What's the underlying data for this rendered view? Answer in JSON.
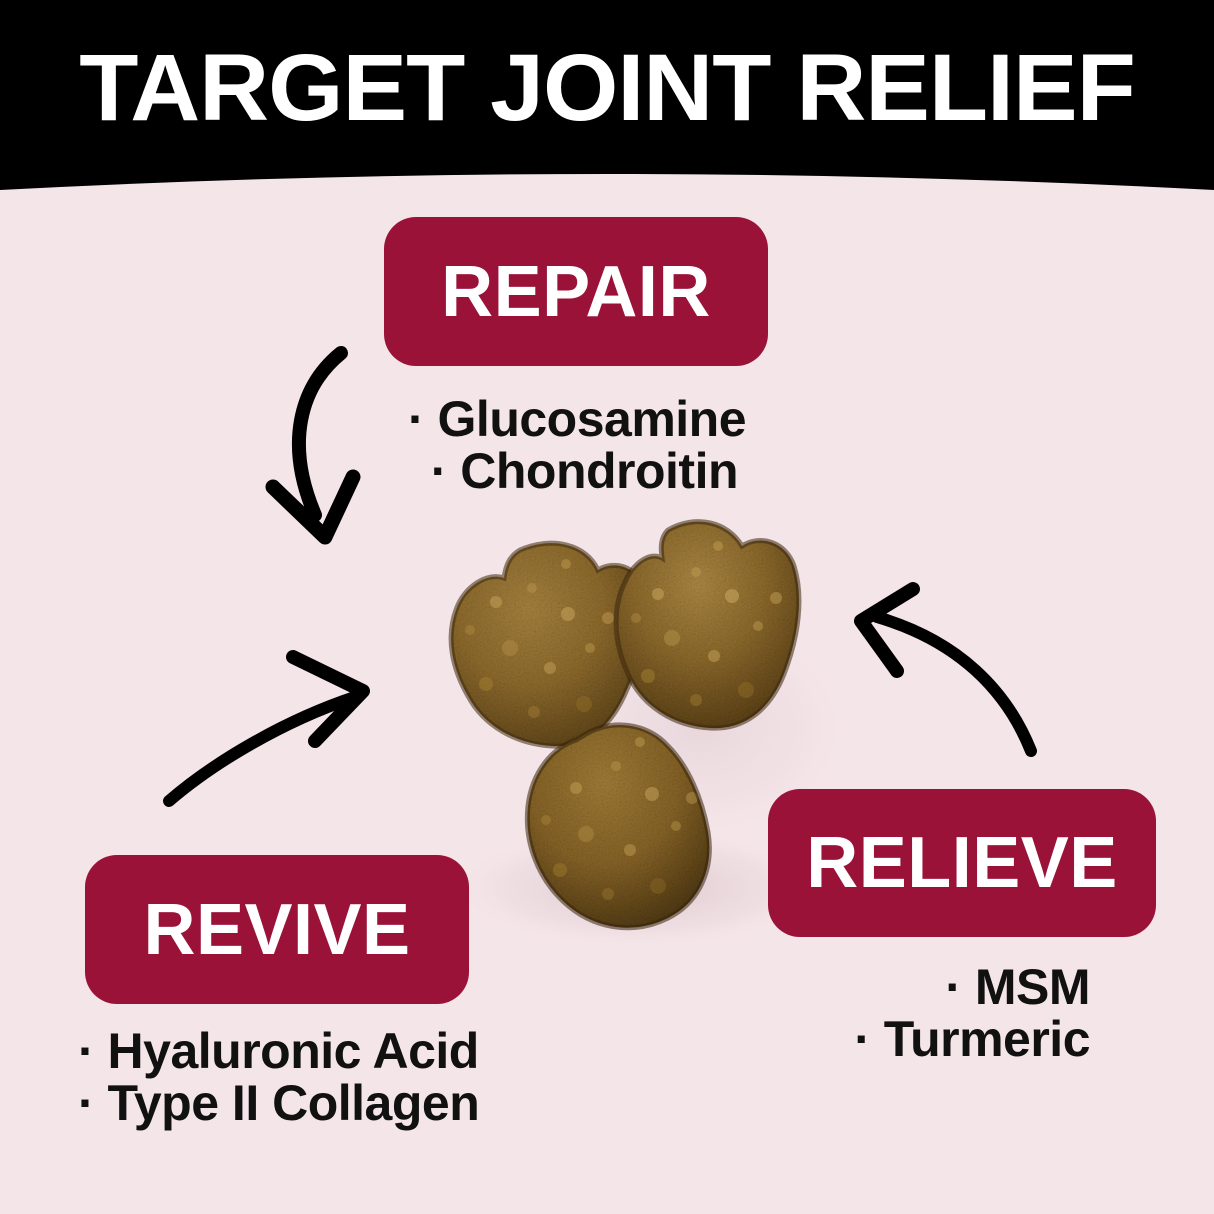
{
  "header": {
    "title": "TARGET JOINT RELIEF",
    "background_color": "#000000",
    "text_color": "#ffffff"
  },
  "theme": {
    "page_background": "#f4e5e9",
    "badge_color": "#9b1239",
    "badge_text_color": "#ffffff",
    "body_text_color": "#111111",
    "arrow_color": "#000000",
    "kibble_color": "#8a6a30"
  },
  "sections": [
    {
      "id": "repair",
      "badge_label": "REPAIR",
      "ingredients": [
        "· Glucosamine",
        "· Chondroitin"
      ],
      "align": "right"
    },
    {
      "id": "revive",
      "badge_label": "REVIVE",
      "ingredients": [
        "· Hyaluronic Acid",
        "· Type II Collagen"
      ],
      "align": "left"
    },
    {
      "id": "relieve",
      "badge_label": "RELIEVE",
      "ingredients": [
        "· MSM",
        "· Turmeric"
      ],
      "align": "right"
    }
  ],
  "arrows": [
    {
      "id": "arrow-top-left",
      "direction": "curved-down-right",
      "points_to": "kibble"
    },
    {
      "id": "arrow-bottom-left",
      "direction": "curved-up-right",
      "points_to": "kibble"
    },
    {
      "id": "arrow-right",
      "direction": "curved-up-left",
      "points_to": "kibble"
    }
  ],
  "product_image": {
    "name": "dog-joint-supplement-chews",
    "piece_count": 3,
    "shape": "paw-shaped soft chew"
  }
}
